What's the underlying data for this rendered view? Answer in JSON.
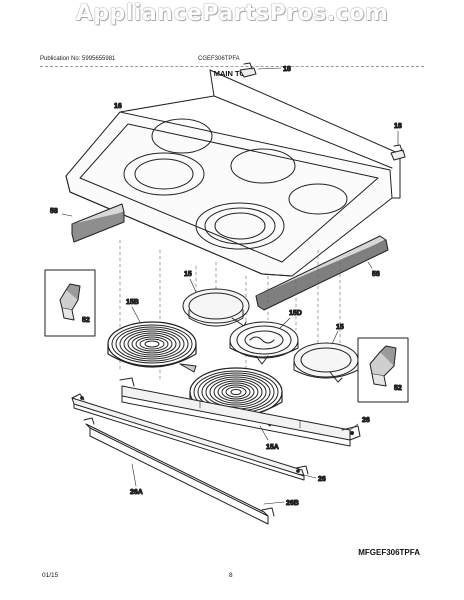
{
  "watermark": "AppliancePartsPros.com",
  "header": {
    "publication": "Publication No: 5995655981",
    "model": "CGEF306TPFA",
    "title": "MAIN TOP"
  },
  "callouts": {
    "c18a": "18",
    "c16": "16",
    "c18b": "18",
    "c58a": "58",
    "c58b": "58",
    "c15a": "15",
    "c15b": "15B",
    "c52a": "52",
    "c15d": "15D",
    "c15c": "15",
    "c52b": "52",
    "c26a": "26",
    "c15A": "15A",
    "c26b": "26",
    "c26A": "26A",
    "c26B": "26B"
  },
  "footer": {
    "code": "MFGEF306TPFA",
    "date": "01/15",
    "page": "8"
  }
}
